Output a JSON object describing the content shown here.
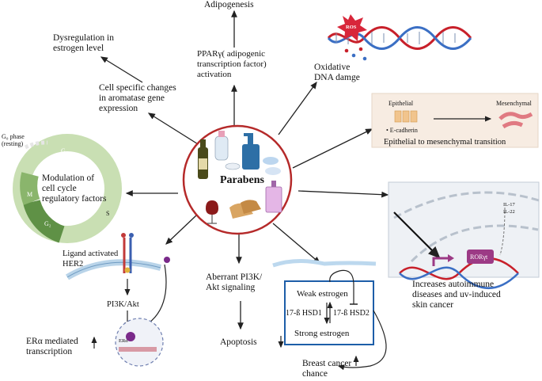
{
  "center": {
    "label": "Parabens"
  },
  "labels": {
    "adipogenesis": "Adipogenesis",
    "ppar": "PPARγ( adipogenic\ntranscription factor)\nactivation",
    "dysregulation": "Dysregulation in\nestrogen level",
    "aromatase": "Cell specific changes\nin aromatase gene\nexpression",
    "oxidative": "Oxidative\nDNA damge",
    "emt": "Epithelial to mesenchymal transition",
    "emt_epithelial": "Epithelial",
    "emt_mesenchymal": "Mesenchymal",
    "emt_ecadherin": "• E-cadherin",
    "cellcycle": "Modulation of\ncell cycle\nregulatory factors",
    "g0": "G₀ phase\n(resting)",
    "g1": "G₁",
    "g2": "G₂",
    "m": "M",
    "s": "S",
    "autoimmune": "Increases autoimmune\ndiseases and uv-induced\nskin cancer",
    "il17": "IL-17",
    "il22": "IL-22",
    "roryt": "RORγt",
    "ros": "ROS",
    "her2": "Ligand activated\nHER2",
    "pi3k": "PI3K/Akt",
    "era": "ERα",
    "era_trans": "ERα mediated\ntranscription",
    "aberrant": "Aberrant PI3K/\nAkt signaling",
    "apoptosis": "Apoptosis",
    "weak": "Weak estrogen",
    "hsd1": "17-ß HSD1",
    "hsd2": "17-ß HSD2",
    "strong": "Strong estrogen",
    "breast": "Breast cancer\nchance"
  },
  "colors": {
    "center_ring": "#b52a2a",
    "arrows": "#222222",
    "box_border": "#1d5ea8",
    "cycle_light": "#c9dfb3",
    "cycle_dark": "#5f9146",
    "dna_red": "#c8202a",
    "dna_blue": "#3b6fc4",
    "roryt": "#9c3a85",
    "emt_box": "#f7ece2"
  }
}
